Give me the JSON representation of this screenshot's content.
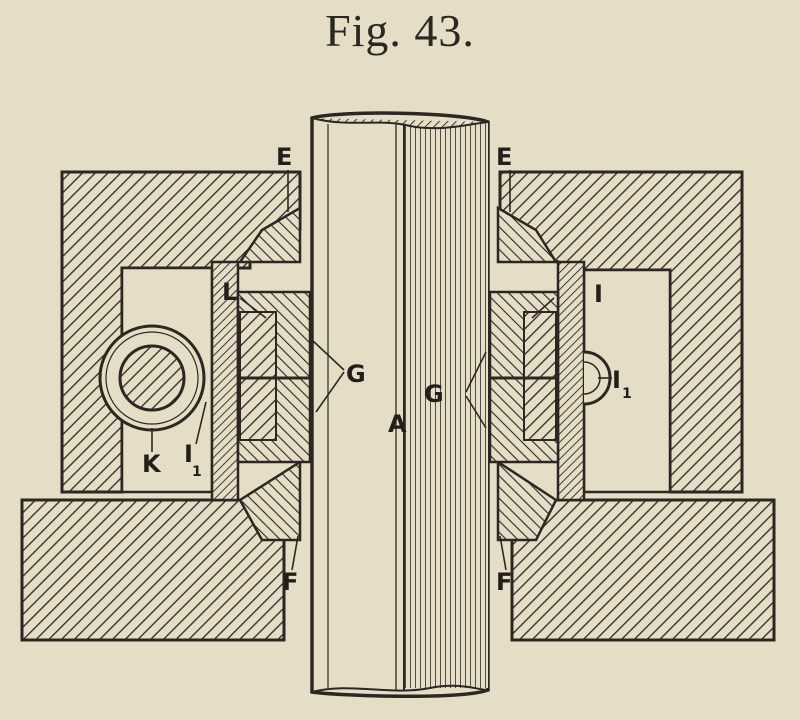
{
  "figure": {
    "title": "Fig. 43.",
    "labels": {
      "E_left": "E",
      "E_right": "E",
      "L": "L",
      "I_right": "I",
      "G_left": "G",
      "G_center": "G",
      "A": "A",
      "K": "K",
      "I1_left": "I",
      "I1_left_sub": "1",
      "I1_right": "I",
      "I1_right_sub": "1",
      "F_left": "F",
      "F_right": "F"
    },
    "colors": {
      "paper": "#e6ddc7",
      "ink": "#2b2722"
    }
  }
}
